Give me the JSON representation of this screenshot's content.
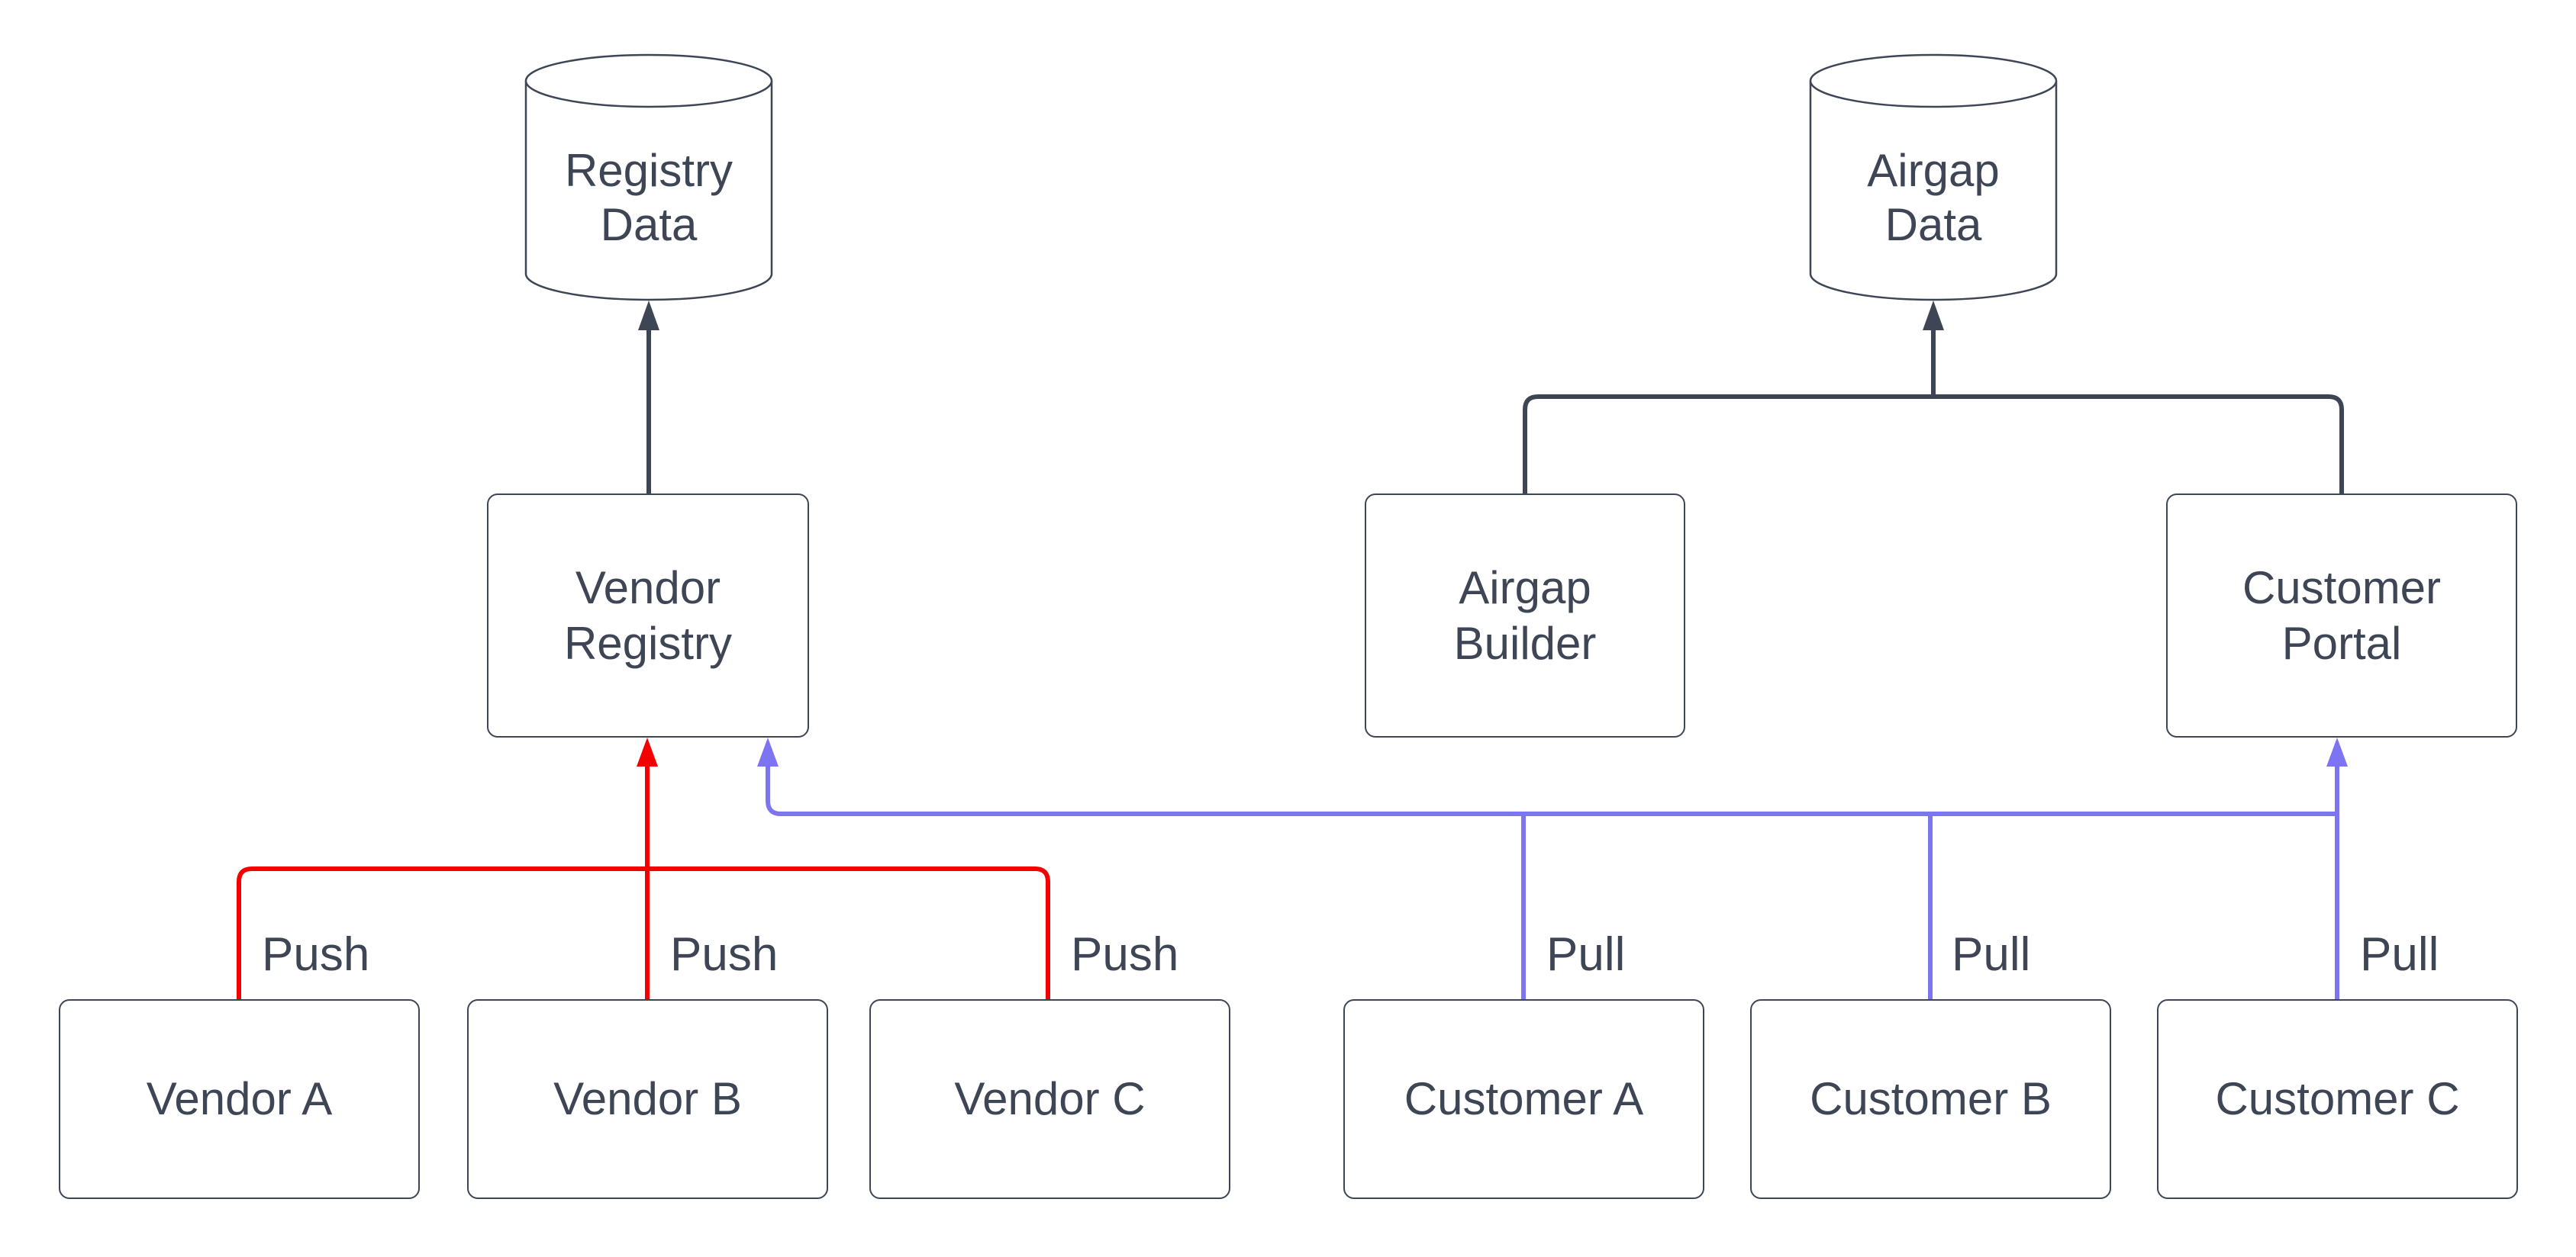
{
  "colors": {
    "background": "#ffffff",
    "node_fill": "#ffffff",
    "node_border": "#3e4656",
    "text": "#3e4656",
    "edge_dark": "#3e4656",
    "edge_push": "#f40000",
    "edge_pull": "#7d74f2"
  },
  "nodes": {
    "registry_data": {
      "line1": "Registry",
      "line2": "Data"
    },
    "airgap_data": {
      "line1": "Airgap",
      "line2": "Data"
    },
    "vendor_registry": {
      "line1": "Vendor",
      "line2": "Registry"
    },
    "airgap_builder": {
      "line1": "Airgap",
      "line2": "Builder"
    },
    "customer_portal": {
      "line1": "Customer",
      "line2": "Portal"
    },
    "vendor_a": {
      "label": "Vendor A"
    },
    "vendor_b": {
      "label": "Vendor B"
    },
    "vendor_c": {
      "label": "Vendor C"
    },
    "customer_a": {
      "label": "Customer A"
    },
    "customer_b": {
      "label": "Customer B"
    },
    "customer_c": {
      "label": "Customer C"
    }
  },
  "edges": {
    "vendor_a_push": {
      "label": "Push"
    },
    "vendor_b_push": {
      "label": "Push"
    },
    "vendor_c_push": {
      "label": "Push"
    },
    "customer_a_pull": {
      "label": "Pull"
    },
    "customer_b_pull": {
      "label": "Pull"
    },
    "customer_c_pull": {
      "label": "Pull"
    }
  }
}
